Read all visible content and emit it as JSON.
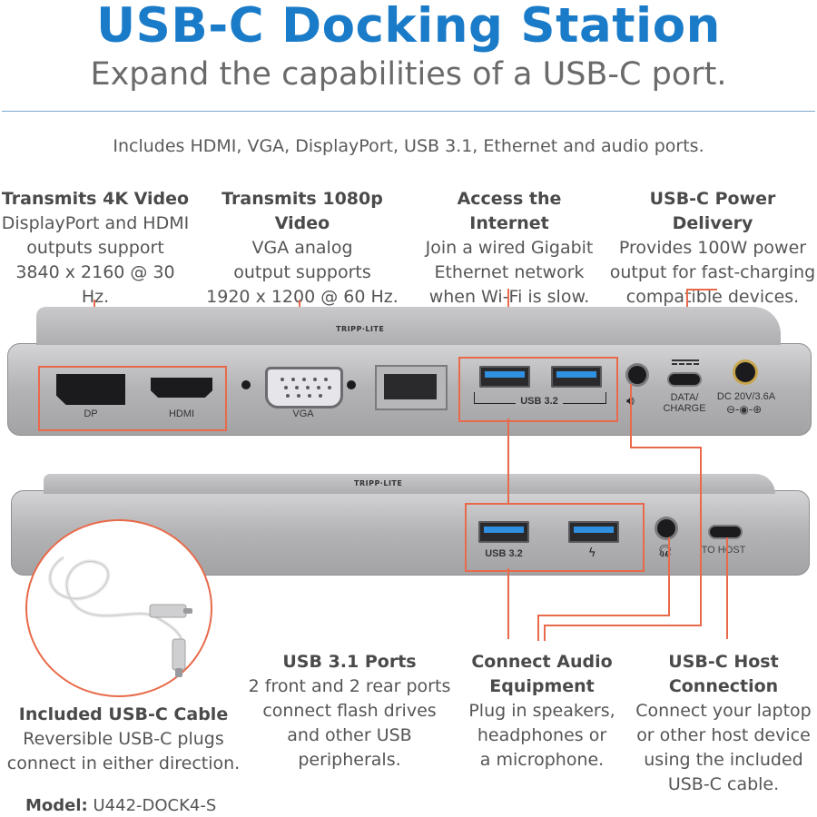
{
  "header": {
    "title": "USB-C Docking Station",
    "subtitle": "Expand the capabilities of a USB-C port.",
    "includes": "Includes HDMI, VGA, DisplayPort, USB 3.1, Ethernet and audio ports."
  },
  "top_features": [
    {
      "heading": "Transmits 4K Video",
      "lines": [
        "DisplayPort and HDMI",
        "outputs support",
        "3840 x 2160 @ 30 Hz."
      ]
    },
    {
      "heading": "Transmits 1080p Video",
      "lines": [
        "VGA analog",
        "output supports",
        "1920 x 1200 @ 60 Hz."
      ]
    },
    {
      "heading": "Access the Internet",
      "lines": [
        "Join a wired Gigabit",
        "Ethernet network",
        "when Wi-Fi is slow."
      ]
    },
    {
      "heading": "USB-C Power Delivery",
      "lines": [
        "Provides 100W power",
        "output for fast-charging",
        "compatible devices."
      ]
    }
  ],
  "rear_panel": {
    "brand": "TRIPP·LITE",
    "labels": {
      "dp": "DP",
      "hdmi": "HDMI",
      "vga": "VGA",
      "usb": "USB 3.2",
      "data_charge_1": "DATA/",
      "data_charge_2": "CHARGE",
      "dc": "DC 20V/3.6A"
    }
  },
  "front_panel": {
    "brand": "TRIPP·LITE",
    "labels": {
      "usb": "USB 3.2",
      "to_host": "TO HOST"
    }
  },
  "bottom_features": [
    {
      "heading_lines": [
        "USB 3.1 Ports"
      ],
      "lines": [
        "2 front and 2 rear ports",
        "connect flash drives",
        "and other USB",
        "peripherals."
      ]
    },
    {
      "heading_lines": [
        "Connect Audio",
        "Equipment"
      ],
      "lines": [
        "Plug in speakers,",
        "headphones or",
        "a microphone."
      ]
    },
    {
      "heading_lines": [
        "USB-C Host",
        "Connection"
      ],
      "lines": [
        "Connect your laptop",
        "or other host device",
        "using the included",
        "USB-C cable."
      ]
    }
  ],
  "cable": {
    "heading": "Included USB-C Cable",
    "lines": [
      "Reversible USB-C plugs",
      "connect in either direction."
    ]
  },
  "model": {
    "label": "Model:",
    "value": "U442-DOCK4-S"
  },
  "colors": {
    "title_blue": "#1a7bc8",
    "callout_red": "#e86a4a",
    "usb_blue": "#2f8fe0"
  }
}
